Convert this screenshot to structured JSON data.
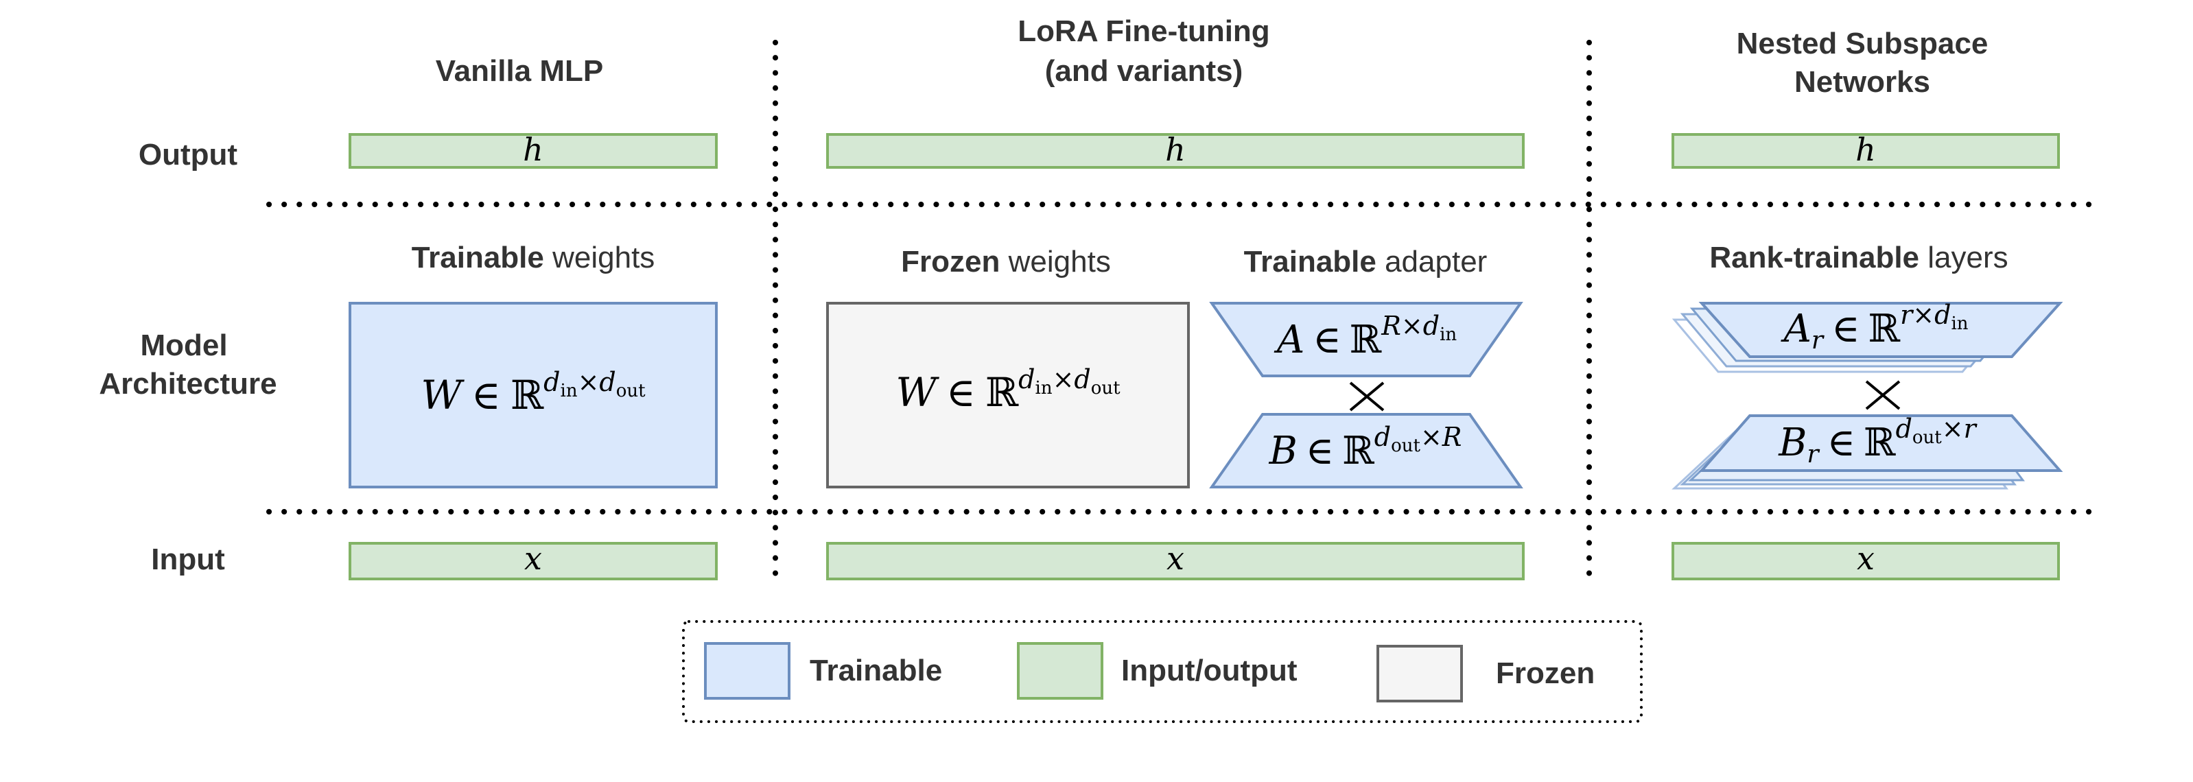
{
  "columns": {
    "vanilla": {
      "title": "Vanilla MLP"
    },
    "lora": {
      "title_line1": "LoRA Fine-tuning",
      "title_line2": "(and variants)"
    },
    "nested": {
      "title_line1": "Nested Subspace",
      "title_line2": "Networks"
    }
  },
  "rows": {
    "output": "Output",
    "model_line1": "Model",
    "model_line2": "Architecture",
    "input": "Input"
  },
  "io": {
    "h": "h",
    "x": "x"
  },
  "sublabels": {
    "vanilla": {
      "bold": "Trainable",
      "rest": " weights"
    },
    "lora_frozen": {
      "bold": "Frozen",
      "rest": " weights"
    },
    "lora_adapter": {
      "bold": "Trainable",
      "rest": " adapter"
    },
    "nested": {
      "bold": "Rank-trainable",
      "rest": " layers"
    }
  },
  "math": {
    "W": {
      "base": "W",
      "rel": "∈",
      "set": "ℝ",
      "sup_a": "d",
      "sup_a_sub": "in",
      "times": "×",
      "sup_b": "d",
      "sup_b_sub": "out"
    },
    "A": {
      "base": "A",
      "rel": "∈",
      "set": "ℝ",
      "sup_a": "R",
      "times": "×",
      "sup_b": "d",
      "sup_b_sub": "in"
    },
    "B": {
      "base": "B",
      "rel": "∈",
      "set": "ℝ",
      "sup_a": "d",
      "sup_a_sub": "out",
      "times": "×",
      "sup_b": "R"
    },
    "Ar": {
      "base": "A",
      "base_sub": "r",
      "rel": "∈",
      "set": "ℝ",
      "sup_a": "r",
      "times": "×",
      "sup_b": "d",
      "sup_b_sub": "in"
    },
    "Br": {
      "base": "B",
      "base_sub": "r",
      "rel": "∈",
      "set": "ℝ",
      "sup_a": "d",
      "sup_a_sub": "out",
      "times": "×",
      "sup_b": "r"
    },
    "product": "×"
  },
  "legend": {
    "trainable": "Trainable",
    "io": "Input/output",
    "frozen": "Frozen"
  },
  "colors": {
    "trainable_fill": "#dae8fc",
    "trainable_stroke": "#6c8ebf",
    "io_fill": "#d5e8d4",
    "io_stroke": "#82b366",
    "frozen_fill": "#f5f5f5",
    "frozen_stroke": "#666666",
    "text": "#333333"
  }
}
